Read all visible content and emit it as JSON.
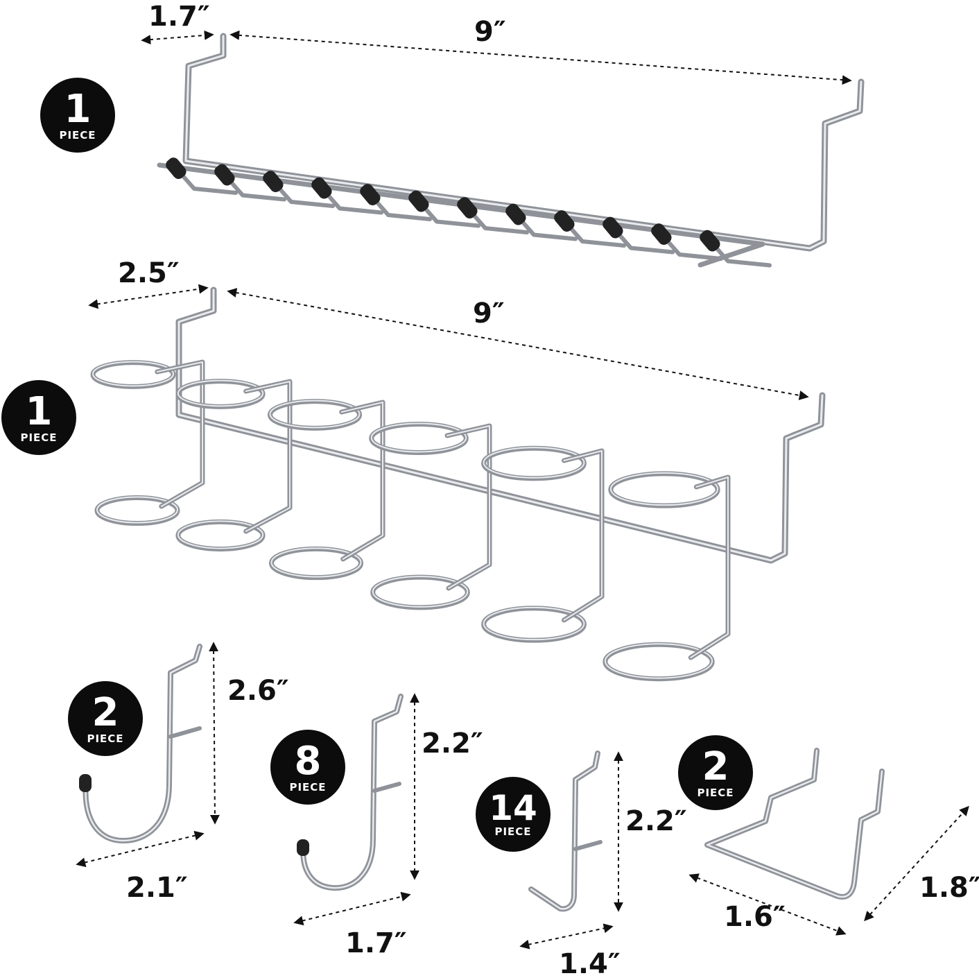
{
  "badges": {
    "rack1": {
      "count": "1",
      "unit": "PIECE"
    },
    "rack2": {
      "count": "1",
      "unit": "PIECE"
    },
    "hook_large": {
      "count": "2",
      "unit": "PIECE"
    },
    "hook_medium": {
      "count": "8",
      "unit": "PIECE"
    },
    "hook_small": {
      "count": "14",
      "unit": "PIECE"
    },
    "bracket": {
      "count": "2",
      "unit": "PIECE"
    }
  },
  "dimensions": {
    "rack1_depth": "1.7″",
    "rack1_width": "9″",
    "rack2_depth": "2.5″",
    "rack2_width": "9″",
    "hook_large_height": "2.6″",
    "hook_large_depth": "2.1″",
    "hook_medium_height": "2.2″",
    "hook_medium_depth": "1.7″",
    "hook_small_height": "2.2″",
    "hook_small_depth": "1.4″",
    "bracket_width": "1.6″",
    "bracket_depth": "1.8″"
  },
  "colors": {
    "badge_bg": "#0c0c0c",
    "wire": "#8f9399",
    "text": "#111111"
  }
}
